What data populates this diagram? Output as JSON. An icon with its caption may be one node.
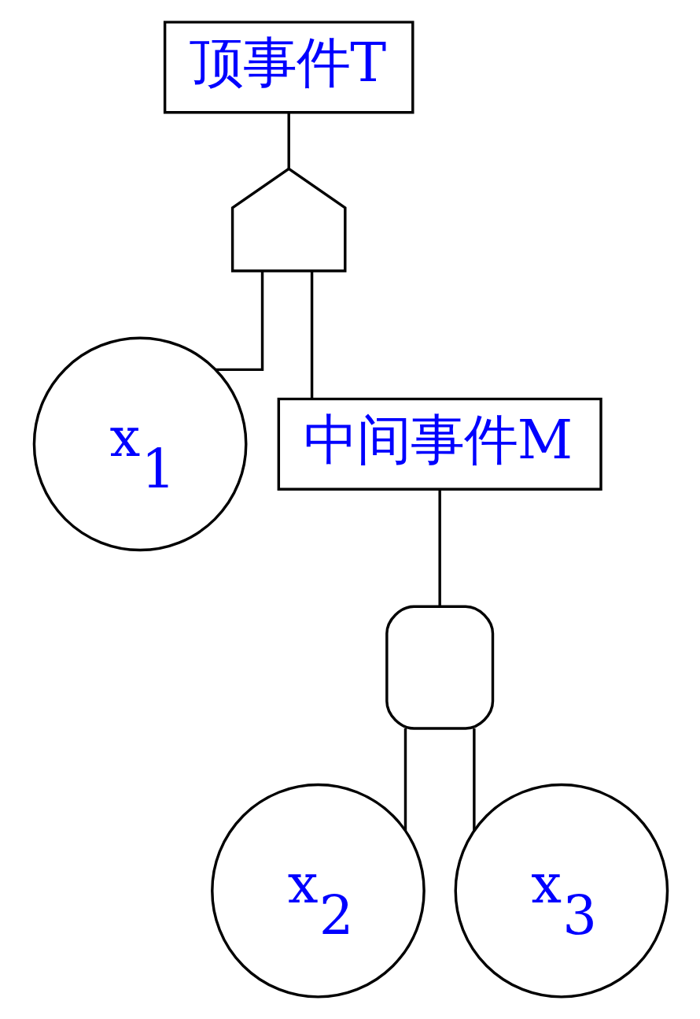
{
  "diagram": {
    "nodes": [
      {
        "text": [
          "顶事件T"
        ]
      },
      {
        "text": [],
        "shape": "shield"
      },
      {
        "text": [
          "x$_{1}$"
        ]
      },
      {
        "text": [
          "中间事件M"
        ]
      },
      {
        "text": [],
        "shape": "dome"
      },
      {
        "text": [
          "x$_{2}$"
        ]
      },
      {
        "text": [
          "x$_{3}$"
        ]
      }
    ],
    "edges": [
      {
        "from": 0,
        "to": 1,
        "arrow": "none"
      },
      {
        "from": 1,
        "to": 2,
        "arrow": "none"
      },
      {
        "from": 1,
        "to": 3,
        "arrow": "none"
      },
      {
        "from": 3,
        "to": 4,
        "arrow": "none"
      },
      {
        "from": 4,
        "to": 5,
        "arrow": "none"
      },
      {
        "from": 4,
        "to": 6,
        "arrow": "none"
      }
    ]
  }
}
